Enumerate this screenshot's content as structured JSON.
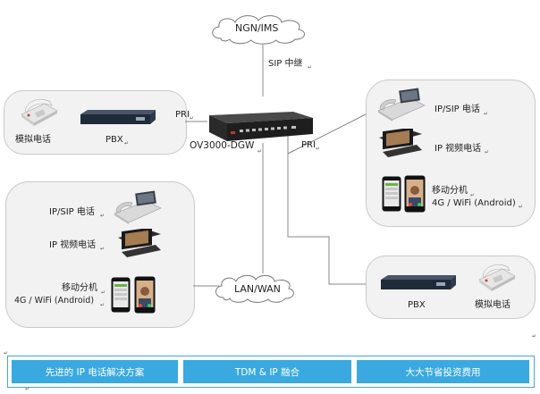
{
  "labels": {
    "cloud_top": "NGN/IMS",
    "sip_trunk": "SIP 中继",
    "gateway": "OV3000-DGW",
    "pri_left": "PRI",
    "pri_right": "PRI",
    "cloud_mid": "LAN/WAN",
    "tl_analog_phone": "模拟电话",
    "tl_pbx": "PBX",
    "tr_ipsip": "IP/SIP 电话",
    "tr_ipvideo": "IP  视频电话",
    "tr_mobile_1": "移动分机",
    "tr_mobile_2": "4G / WiFi (Android)",
    "bl_ipsip": "IP/SIP  电话",
    "bl_ipvideo": "IP  视频电话",
    "bl_mobile_1": "移动分机",
    "bl_mobile_2": "4G / WiFi (Android)",
    "br_pbx": "PBX",
    "br_analog_phone": "模拟电话"
  },
  "bottom_boxes": [
    "先进的 IP 电话解决方案",
    "TDM & IP  融合",
    "大大节省投资费用"
  ],
  "colors": {
    "bottom_box": "#3aa9e0",
    "bottom_border": "#3fa9dd",
    "panel_bg": "#f2f2f2",
    "line": "#888888"
  },
  "icons": [
    "cloud-icon",
    "desk-phone-icon",
    "video-phone-icon",
    "smartphone-icon",
    "pbx-device-icon",
    "gateway-device-icon"
  ]
}
